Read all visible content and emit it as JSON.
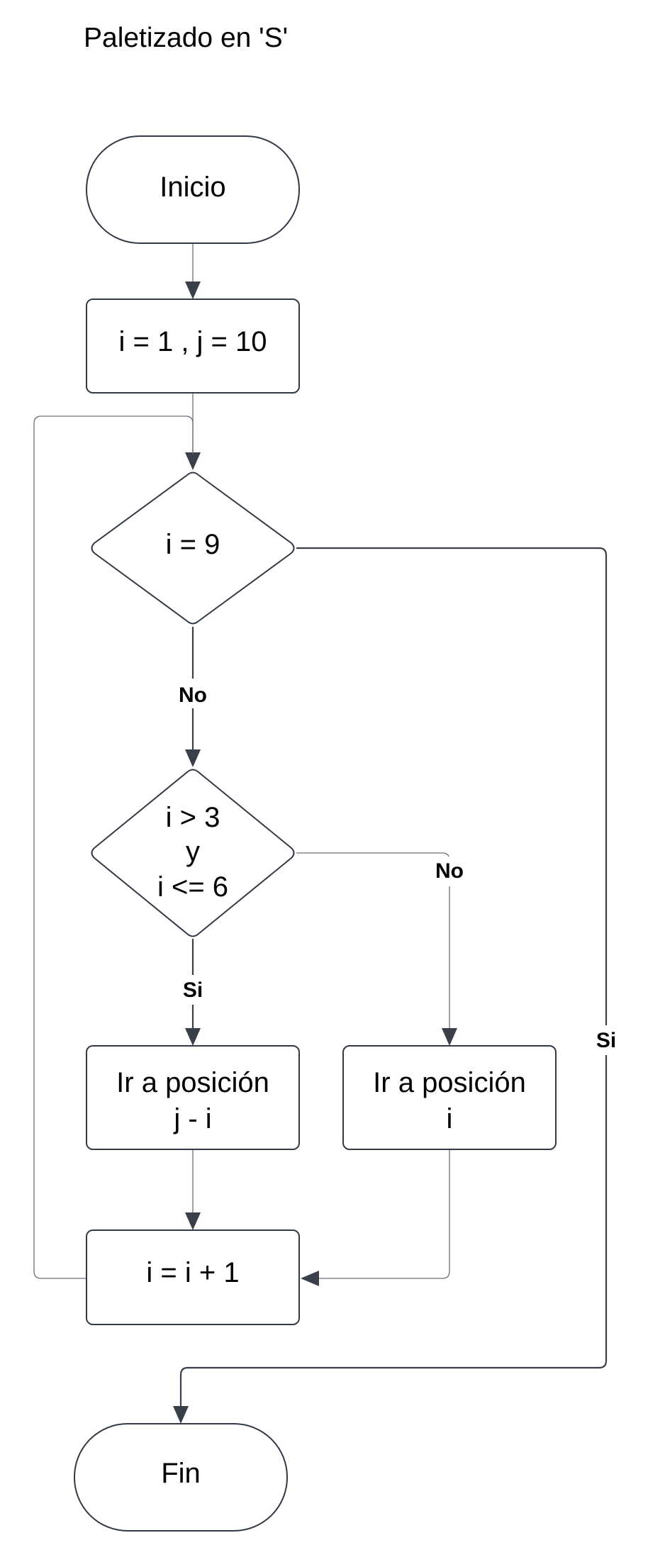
{
  "title": "Paletizado en 'S'",
  "nodes": {
    "inicio": {
      "text": "Inicio"
    },
    "init": {
      "text": "i = 1 , j = 10"
    },
    "check_i9": {
      "text": "i = 9"
    },
    "check_range": {
      "line1": "i > 3",
      "line2": "y",
      "line3": "i <= 6"
    },
    "goto_ji": {
      "line1": "Ir a posición",
      "line2": "j - i"
    },
    "goto_i": {
      "line1": "Ir a posición",
      "line2": "i"
    },
    "increment": {
      "text": "i = i + 1"
    },
    "fin": {
      "text": "Fin"
    }
  },
  "edge_labels": {
    "i9_no": "No",
    "i9_si": "Si",
    "range_si": "Si",
    "range_no": "No"
  }
}
